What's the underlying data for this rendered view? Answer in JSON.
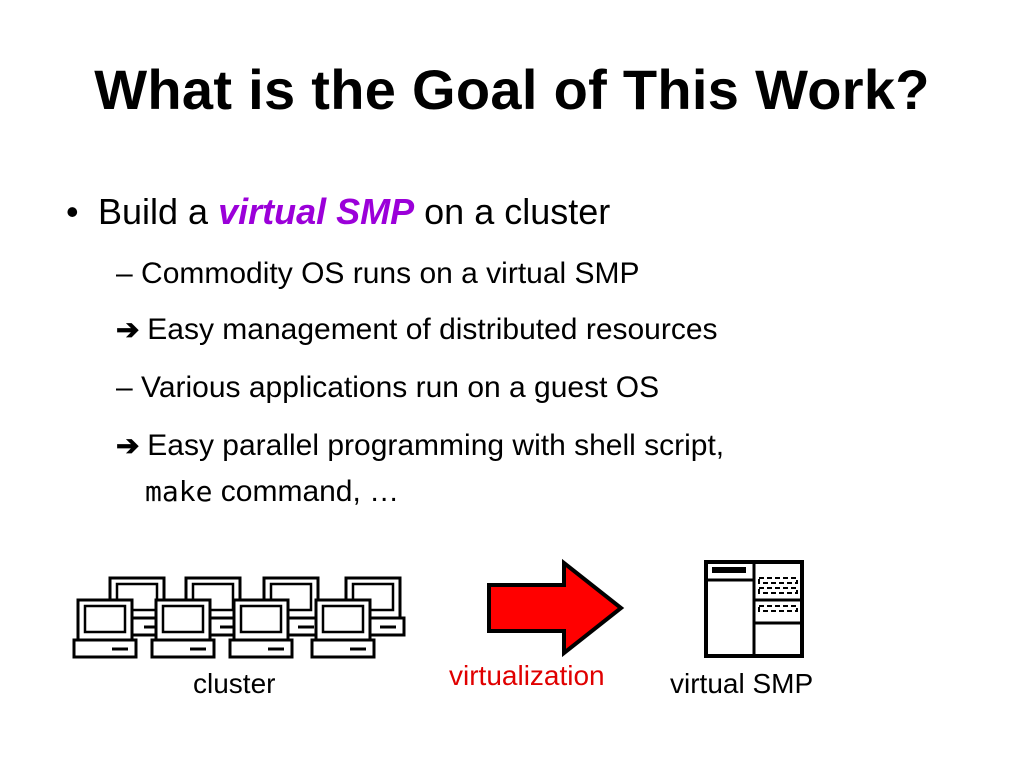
{
  "slide": {
    "title": "What is the Goal of This Work?",
    "bullet": {
      "prefix": "Build a ",
      "emphasis": "virtual SMP",
      "suffix": " on a cluster"
    },
    "sub_items": [
      {
        "marker": "– ",
        "text": "Commodity OS runs on a virtual SMP"
      },
      {
        "marker": "➔ ",
        "text": "Easy management of distributed resources"
      },
      {
        "marker": "– ",
        "text": "Various applications run on a guest OS"
      },
      {
        "marker": "➔ ",
        "text": "Easy parallel programming with shell script,"
      }
    ],
    "continuation": {
      "code": "make",
      "text": " command, …"
    }
  },
  "diagram": {
    "cluster_label": "cluster",
    "arrow_label": "virtualization",
    "smp_label": "virtual SMP",
    "arrow_color": "#ff0000",
    "arrow_label_color": "#e00000",
    "emphasis_color": "#9b00d9"
  }
}
